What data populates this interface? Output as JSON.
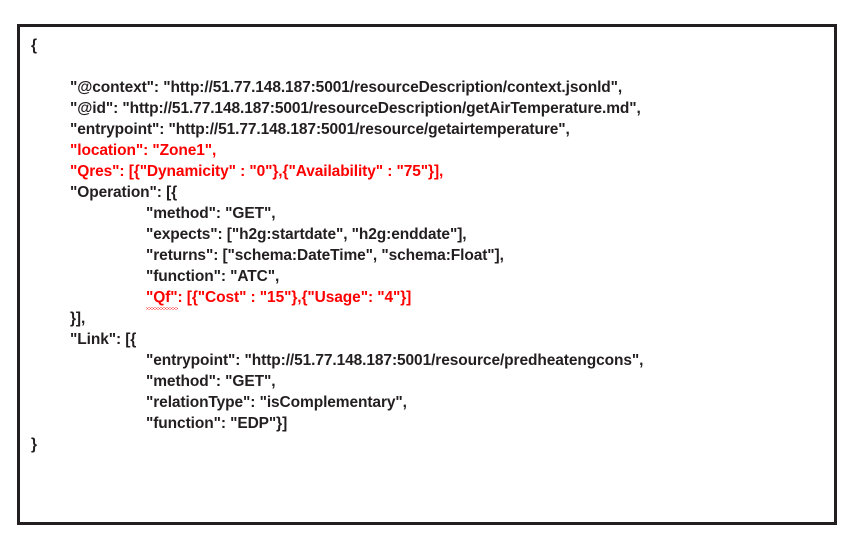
{
  "figure": {
    "name": "resource-description-json-listing",
    "border_color": "#231f20",
    "background_color": "#ffffff",
    "text_color": "#231f20",
    "highlight_color": "#ff0000"
  },
  "code": {
    "language": "json-ld",
    "lines": [
      {
        "indent": 0,
        "highlight": false,
        "text": "{"
      },
      {
        "indent": 0,
        "highlight": false,
        "text": ""
      },
      {
        "indent": 1,
        "highlight": false,
        "text": "\"@context\": \"http://51.77.148.187:5001/resourceDescription/context.jsonld\","
      },
      {
        "indent": 1,
        "highlight": false,
        "text": "\"@id\": \"http://51.77.148.187:5001/resourceDescription/getAirTemperature.md\","
      },
      {
        "indent": 1,
        "highlight": false,
        "text": "\"entrypoint\": \"http://51.77.148.187:5001/resource/getairtemperature\","
      },
      {
        "indent": 1,
        "highlight": true,
        "text": "\"location\": \"Zone1\","
      },
      {
        "indent": 1,
        "highlight": true,
        "text": "\"Qres\": [{\"Dynamicity\" : \"0\"},{\"Availability\" : \"75\"}],"
      },
      {
        "indent": 1,
        "highlight": false,
        "text": "\"Operation\": [{"
      },
      {
        "indent": 2,
        "highlight": false,
        "text": "\"method\": \"GET\","
      },
      {
        "indent": 2,
        "highlight": false,
        "text": "\"expects\": [\"h2g:startdate\", \"h2g:enddate\"],"
      },
      {
        "indent": 2,
        "highlight": false,
        "text": "\"returns\": [\"schema:DateTime\", \"schema:Float\"],"
      },
      {
        "indent": 2,
        "highlight": false,
        "text": "\"function\": \"ATC\","
      },
      {
        "indent": 2,
        "highlight": true,
        "text": "\"Qf\": [{\"Cost\" : \"15\"},{\"Usage\": \"4\"}]",
        "spell_token": "\"Qf\""
      },
      {
        "indent": 1,
        "highlight": false,
        "text": "}],"
      },
      {
        "indent": 1,
        "highlight": false,
        "text": "\"Link\": [{"
      },
      {
        "indent": 2,
        "highlight": false,
        "text": "\"entrypoint\": \"http://51.77.148.187:5001/resource/predheatengcons\","
      },
      {
        "indent": 2,
        "highlight": false,
        "text": "\"method\": \"GET\","
      },
      {
        "indent": 2,
        "highlight": false,
        "text": "\"relationType\": \"isComplementary\","
      },
      {
        "indent": 2,
        "highlight": false,
        "text": "\"function\": \"EDP\"}]"
      },
      {
        "indent": 0,
        "highlight": false,
        "text": "}"
      }
    ]
  }
}
